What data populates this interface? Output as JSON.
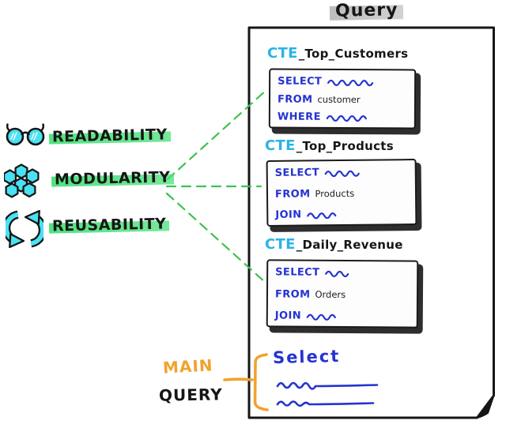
{
  "title": "Query",
  "benefits": [
    {
      "icon": "glasses-icon",
      "label": "READABILITY"
    },
    {
      "icon": "hexagons-icon",
      "label": "MODULARITY"
    },
    {
      "icon": "cycle-arrows-icon",
      "label": "REUSABILITY"
    }
  ],
  "ctes": [
    {
      "prefix": "CTE",
      "suffix": "_Top_Customers",
      "select_keyword": "SELECT",
      "from_keyword": "FROM",
      "from_value": "customer",
      "filter_keyword": "WHERE"
    },
    {
      "prefix": "CTE",
      "suffix": "_Top_Products",
      "select_keyword": "SELECT",
      "from_keyword": "FROM",
      "from_value": "Products",
      "filter_keyword": "JOIN"
    },
    {
      "prefix": "CTE",
      "suffix": "_Daily_Revenue",
      "select_keyword": "SELECT",
      "from_keyword": "FROM",
      "from_value": "Orders",
      "filter_keyword": "JOIN"
    }
  ],
  "main_query": {
    "label_top": "MAIN",
    "label_bottom": "QUERY",
    "select_keyword": "Select"
  },
  "colors": {
    "cte_cyan": "#2ab3e6",
    "icon_cyan": "#49e2f2",
    "ink_blue": "#2433d0",
    "marker_green": "#48e078",
    "dash_green": "#3fc24d",
    "accent_orange": "#f0a32e",
    "ink_black": "#161616",
    "title_gray": "#c6c6c6"
  }
}
